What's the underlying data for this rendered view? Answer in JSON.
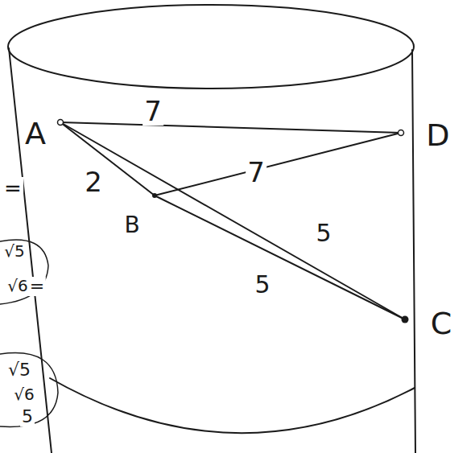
{
  "diagram": {
    "labels": [
      "A",
      "B",
      "C",
      "D",
      "7",
      "2",
      "7",
      "5",
      "5",
      "=",
      "√5",
      "√6",
      "=",
      "√5",
      "√6",
      "5"
    ]
  }
}
